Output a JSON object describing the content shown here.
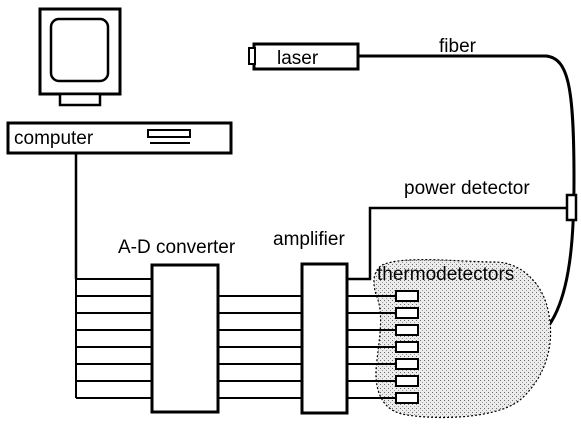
{
  "labels": {
    "computer": "computer",
    "laser": "laser",
    "fiber": "fiber",
    "power_detector": "power detector",
    "ad_converter": "A-D converter",
    "amplifier": "amplifier",
    "thermodetectors": "thermodetectors"
  },
  "colors": {
    "line": "#000000",
    "tissue_fill": "#e2e2e2",
    "background": "#ffffff"
  }
}
